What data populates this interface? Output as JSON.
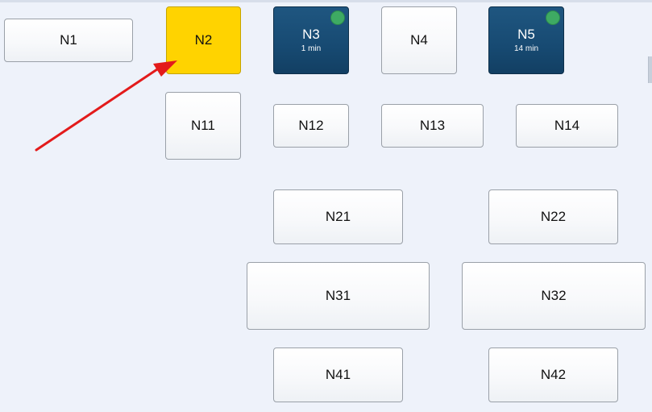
{
  "nodes": {
    "n1": {
      "label": "N1"
    },
    "n2": {
      "label": "N2"
    },
    "n3": {
      "label": "N3",
      "time": "1 min"
    },
    "n4": {
      "label": "N4"
    },
    "n5": {
      "label": "N5",
      "time": "14 min"
    },
    "n11": {
      "label": "N11"
    },
    "n12": {
      "label": "N12"
    },
    "n13": {
      "label": "N13"
    },
    "n14": {
      "label": "N14"
    },
    "n21": {
      "label": "N21"
    },
    "n22": {
      "label": "N22"
    },
    "n31": {
      "label": "N31"
    },
    "n32": {
      "label": "N32"
    },
    "n41": {
      "label": "N41"
    },
    "n42": {
      "label": "N42"
    }
  },
  "colors": {
    "background": "#eef2fa",
    "selected": "#ffd300",
    "active": "#174a72",
    "status_dot": "#3eaa63",
    "arrow": "#e31b1b"
  },
  "icons": {
    "status": "status-dot-icon",
    "annotation": "arrow-annotation-icon"
  }
}
